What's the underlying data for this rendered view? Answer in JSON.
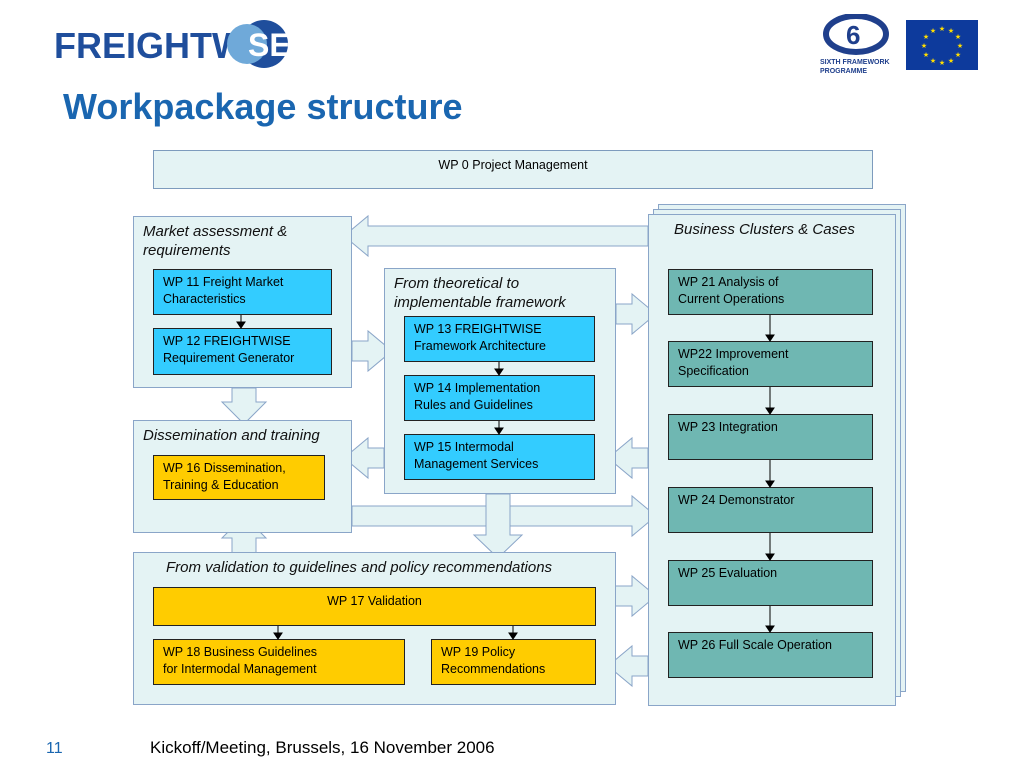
{
  "header": {
    "logo_text": "FREIGHTWISE",
    "title": "Workpackage structure",
    "fp6_logo_text": "SIXTH FRAMEWORK PROGRAMME",
    "eu_flag": "eu-flag-icon"
  },
  "diagram": {
    "wp0": "WP 0 Project Management",
    "market": {
      "title": "Market assessment & requirements",
      "wp11": "WP 11  Freight Market\nCharacteristics",
      "wp12": "WP 12 FREIGHTWISE\nRequirement Generator"
    },
    "framework": {
      "title": "From theoretical to implementable framework",
      "wp13": "WP 13 FREIGHTWISE\nFramework Architecture",
      "wp14": "WP 14 Implementation\nRules and Guidelines",
      "wp15": "WP 15 Intermodal\nManagement Services"
    },
    "dissemination": {
      "title": "Dissemination and training",
      "wp16": "WP 16 Dissemination,\nTraining & Education"
    },
    "validation": {
      "title": "From validation to guidelines and policy recommendations",
      "wp17": "WP 17 Validation",
      "wp18": "WP 18 Business Guidelines\nfor Intermodal Management",
      "wp19": "WP 19 Policy\nRecommendations"
    },
    "business": {
      "title": "Business Clusters & Cases",
      "wp21": "WP 21 Analysis of\nCurrent Operations",
      "wp22": "WP22 Improvement\nSpecification",
      "wp23": "WP 23 Integration",
      "wp24": "WP 24 Demonstrator",
      "wp25": "WP 25 Evaluation",
      "wp26": "WP 26 Full Scale Operation"
    }
  },
  "footer": {
    "page_number": "11",
    "text": "Kickoff/Meeting, Brussels, 16 November 2006"
  }
}
